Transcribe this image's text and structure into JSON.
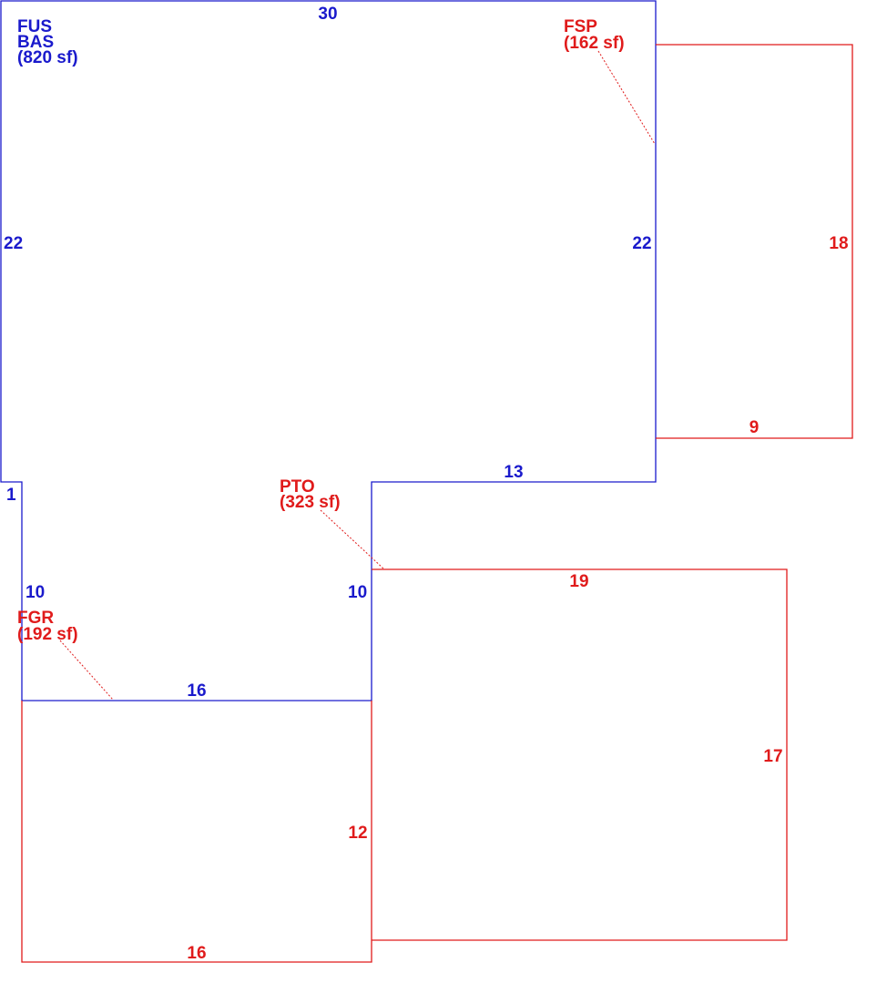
{
  "colors": {
    "main_area": "#1a1acc",
    "additions": "#e01b1b",
    "background": "#ffffff"
  },
  "areas": {
    "main": {
      "codes": [
        "FUS",
        "BAS"
      ],
      "area": "(820 sf)"
    },
    "fsp": {
      "code": "FSP",
      "area": "(162 sf)"
    },
    "pto": {
      "code": "PTO",
      "area": "(323 sf)"
    },
    "fgr": {
      "code": "FGR",
      "area": "(192 sf)"
    }
  },
  "dimensions": {
    "main": {
      "top": "30",
      "left": "22",
      "right": "22",
      "step": "1",
      "bottom_right": "13",
      "lower_left": "10",
      "lower_right": "10",
      "bottom": "16"
    },
    "fsp": {
      "right": "18",
      "bottom": "9"
    },
    "pto": {
      "top": "19",
      "right": "17",
      "left": "12"
    },
    "fgr": {
      "bottom": "16"
    }
  }
}
